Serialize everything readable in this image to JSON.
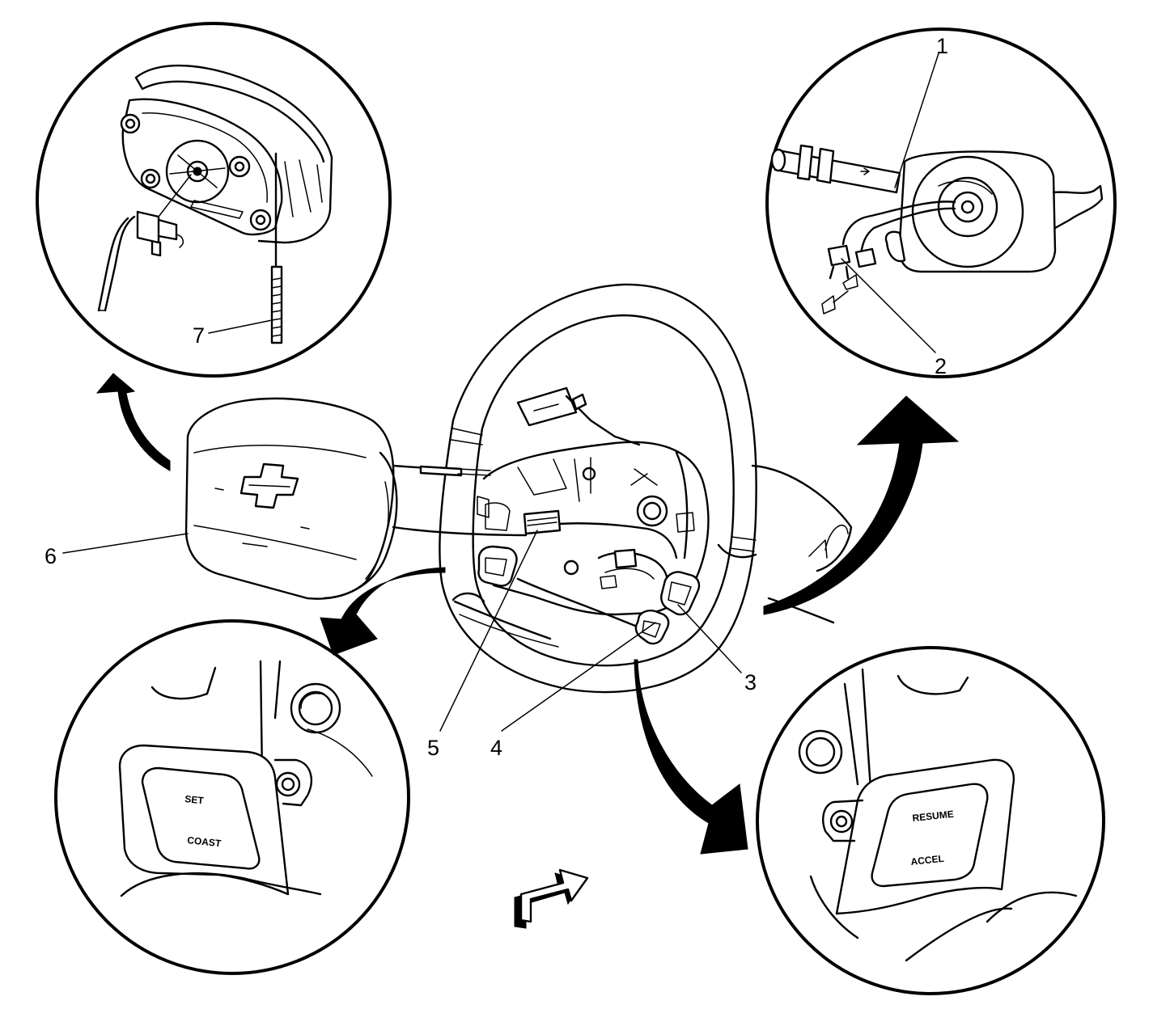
{
  "callouts": [
    {
      "id": "1",
      "label": "1"
    },
    {
      "id": "2",
      "label": "2"
    },
    {
      "id": "3",
      "label": "3"
    },
    {
      "id": "4",
      "label": "4"
    },
    {
      "id": "5",
      "label": "5"
    },
    {
      "id": "6",
      "label": "6"
    },
    {
      "id": "7",
      "label": "7"
    }
  ],
  "left_switch": {
    "top_label": "SET",
    "bottom_label": "COAST"
  },
  "right_switch": {
    "top_label": "RESUME",
    "bottom_label": "ACCEL"
  },
  "icons": {
    "brand_logo": "bowtie-logo-icon",
    "view_direction": "view-direction-arrow-icon"
  }
}
